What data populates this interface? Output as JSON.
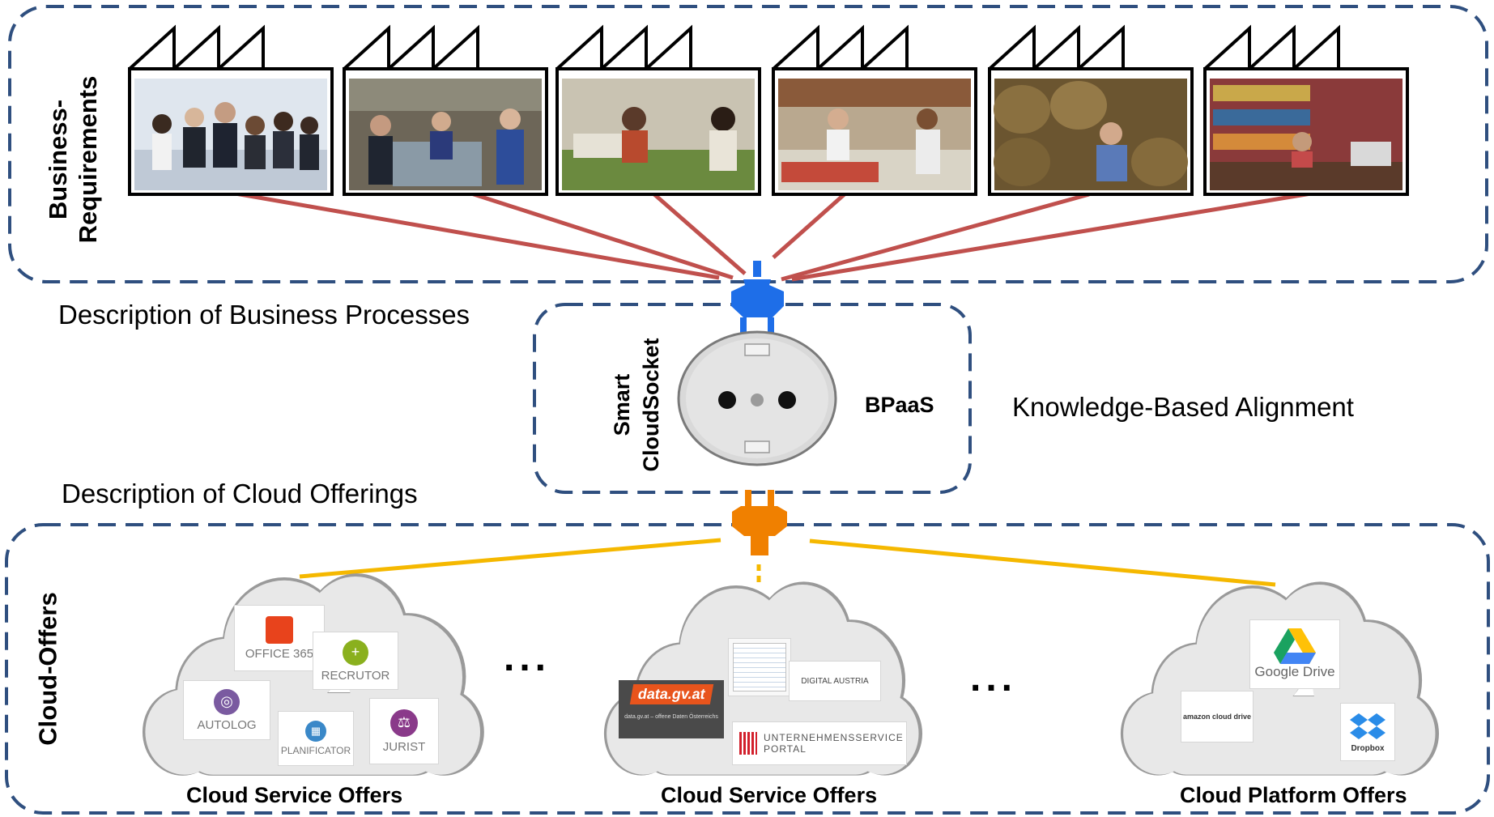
{
  "regions": {
    "business": {
      "label": "Business-\nRequirements",
      "label_line1": "Business-",
      "label_line2": "Requirements"
    },
    "cloud": {
      "label": "Cloud-Offers"
    },
    "socket_box": {
      "label_line1": "Smart",
      "label_line2": "CloudSocket",
      "socket_label": "BPaaS"
    }
  },
  "annotations": {
    "description_business": "Description of Business Processes",
    "description_cloud": "Description of Cloud Offerings",
    "alignment": "Knowledge-Based Alignment"
  },
  "factories": [
    {
      "scene": "office-team-photo"
    },
    {
      "scene": "engine-workshop-photo"
    },
    {
      "scene": "sewing-workshop-photo"
    },
    {
      "scene": "butcher-shop-photo"
    },
    {
      "scene": "wine-cellar-photo"
    },
    {
      "scene": "grocery-store-photo"
    }
  ],
  "clouds": [
    {
      "caption": "Cloud Service Offers",
      "tiles": [
        "OFFICE 365",
        "RECRUTOR",
        "AUTOLOG",
        "PLANIFICATOR",
        "JURIST"
      ]
    },
    {
      "caption": "Cloud Service Offers",
      "tiles": [
        "data.gv.at",
        "DIGITAL AUSTRIA",
        "UNTERNEHMENSSERVICE PORTAL"
      ],
      "small_text": [
        "data.gv.at – offene Daten Österreichs",
        "PORTAL"
      ]
    },
    {
      "caption": "Cloud Platform Offers",
      "tiles": [
        "Google Drive",
        "amazon cloud drive",
        "Dropbox"
      ]
    }
  ],
  "ellipses": [
    "...",
    "..."
  ],
  "colors": {
    "dashed_border": "#2f4f7f",
    "business_lines": "#c0504d",
    "cloud_lines": "#f5b800",
    "plug_blue": "#1e6ee8",
    "plug_orange": "#f08000",
    "cloud_fill": "#e6e6e6",
    "cloud_stroke": "#9a9a9a"
  }
}
